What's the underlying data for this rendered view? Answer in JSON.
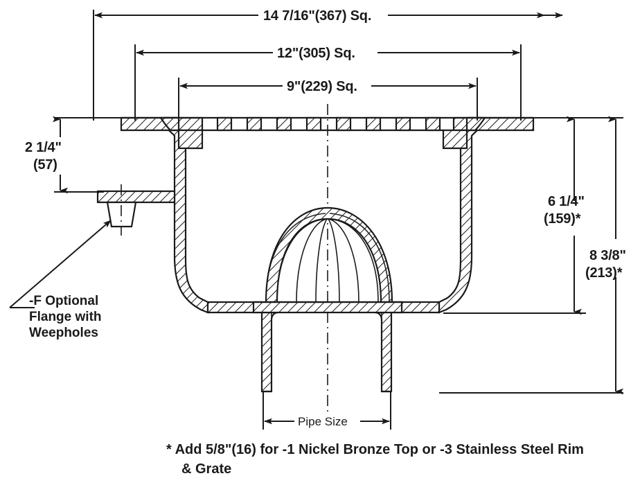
{
  "drawing": {
    "title": "Floor Drain Cross-Section",
    "line_color": "#1a1a1a",
    "background_color": "#ffffff"
  },
  "dimensions": {
    "top_outer": "14 7/16\"(367) Sq.",
    "top_middle": "12\"(305) Sq.",
    "top_inner": "9\"(229) Sq.",
    "left_vertical_line1": "2 1/4\"",
    "left_vertical_line2": "(57)",
    "right_inner_line1": "6 1/4\"",
    "right_inner_line2": "(159)*",
    "right_outer_line1": "8 3/8\"",
    "right_outer_line2": "(213)*",
    "pipe_size": "Pipe Size"
  },
  "callouts": {
    "flange_line1": "-F Optional",
    "flange_line2": "Flange with",
    "flange_line3": "Weepholes"
  },
  "footnote": {
    "line1": "* Add 5/8\"(16) for -1 Nickel Bronze Top or -3 Stainless Steel Rim",
    "line2": "& Grate"
  },
  "parts": {
    "grate": "grate",
    "rim": "rim",
    "body": "drain-body",
    "dome_strainer": "dome-strainer",
    "outlet": "outlet-pipe",
    "flange": "optional-flange",
    "weephole": "weephole"
  }
}
